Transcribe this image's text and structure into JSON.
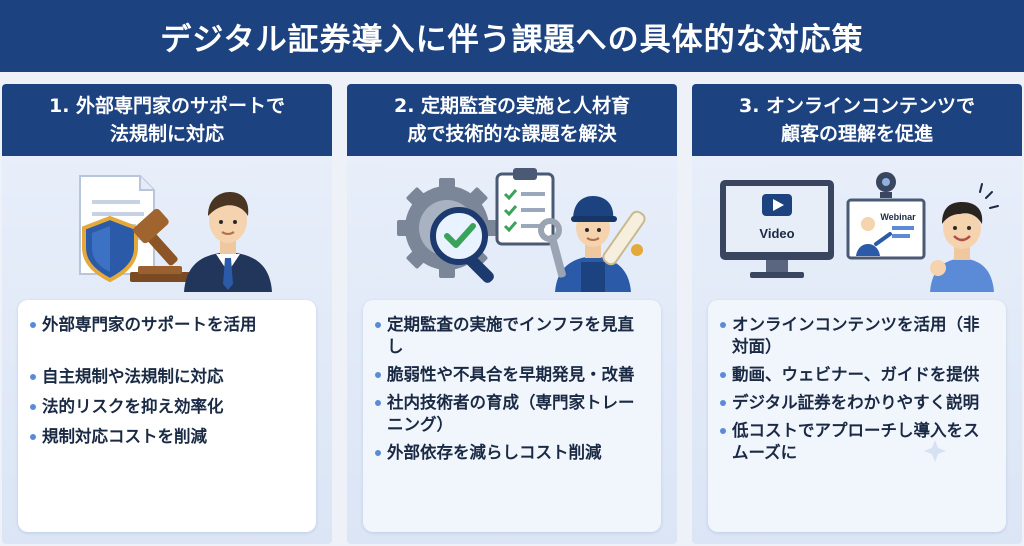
{
  "title": "デジタル証券導入に伴う課題への具体的な対応策",
  "columns": [
    {
      "heading_line1": "1. 外部専門家のサポートで",
      "heading_line2": "法規制に対応",
      "bullets": [
        "外部専門家のサポートを活用",
        "自主規制や法規制に対応",
        "法的リスクを抑え効率化",
        "規制対応コストを削減"
      ]
    },
    {
      "heading_line1": "2. 定期監査の実施と人材育",
      "heading_line2": "成で技術的な課題を解決",
      "bullets": [
        "定期監査の実施でインフラを見直し",
        "脆弱性や不具合を早期発見・改善",
        "社内技術者の育成（専門家トレーニング）",
        "外部依存を減らしコスト削減"
      ]
    },
    {
      "heading_line1": "3. オンラインコンテンツで",
      "heading_line2": "顧客の理解を促進",
      "bullets": [
        "オンラインコンテンツを活用（非対面）",
        "動画、ウェビナー、ガイドを提供",
        "デジタル証券をわかりやすく説明",
        "低コストでアプローチし導入をスムーズに"
      ]
    }
  ],
  "illustrations": {
    "video_label": "Video",
    "webinar_label": "Webinar"
  },
  "colors": {
    "header_bg": "#1d4280",
    "bullet_dot": "#5b8bd6",
    "accent_gold": "#e3a93a",
    "accent_green": "#3aa35b"
  }
}
